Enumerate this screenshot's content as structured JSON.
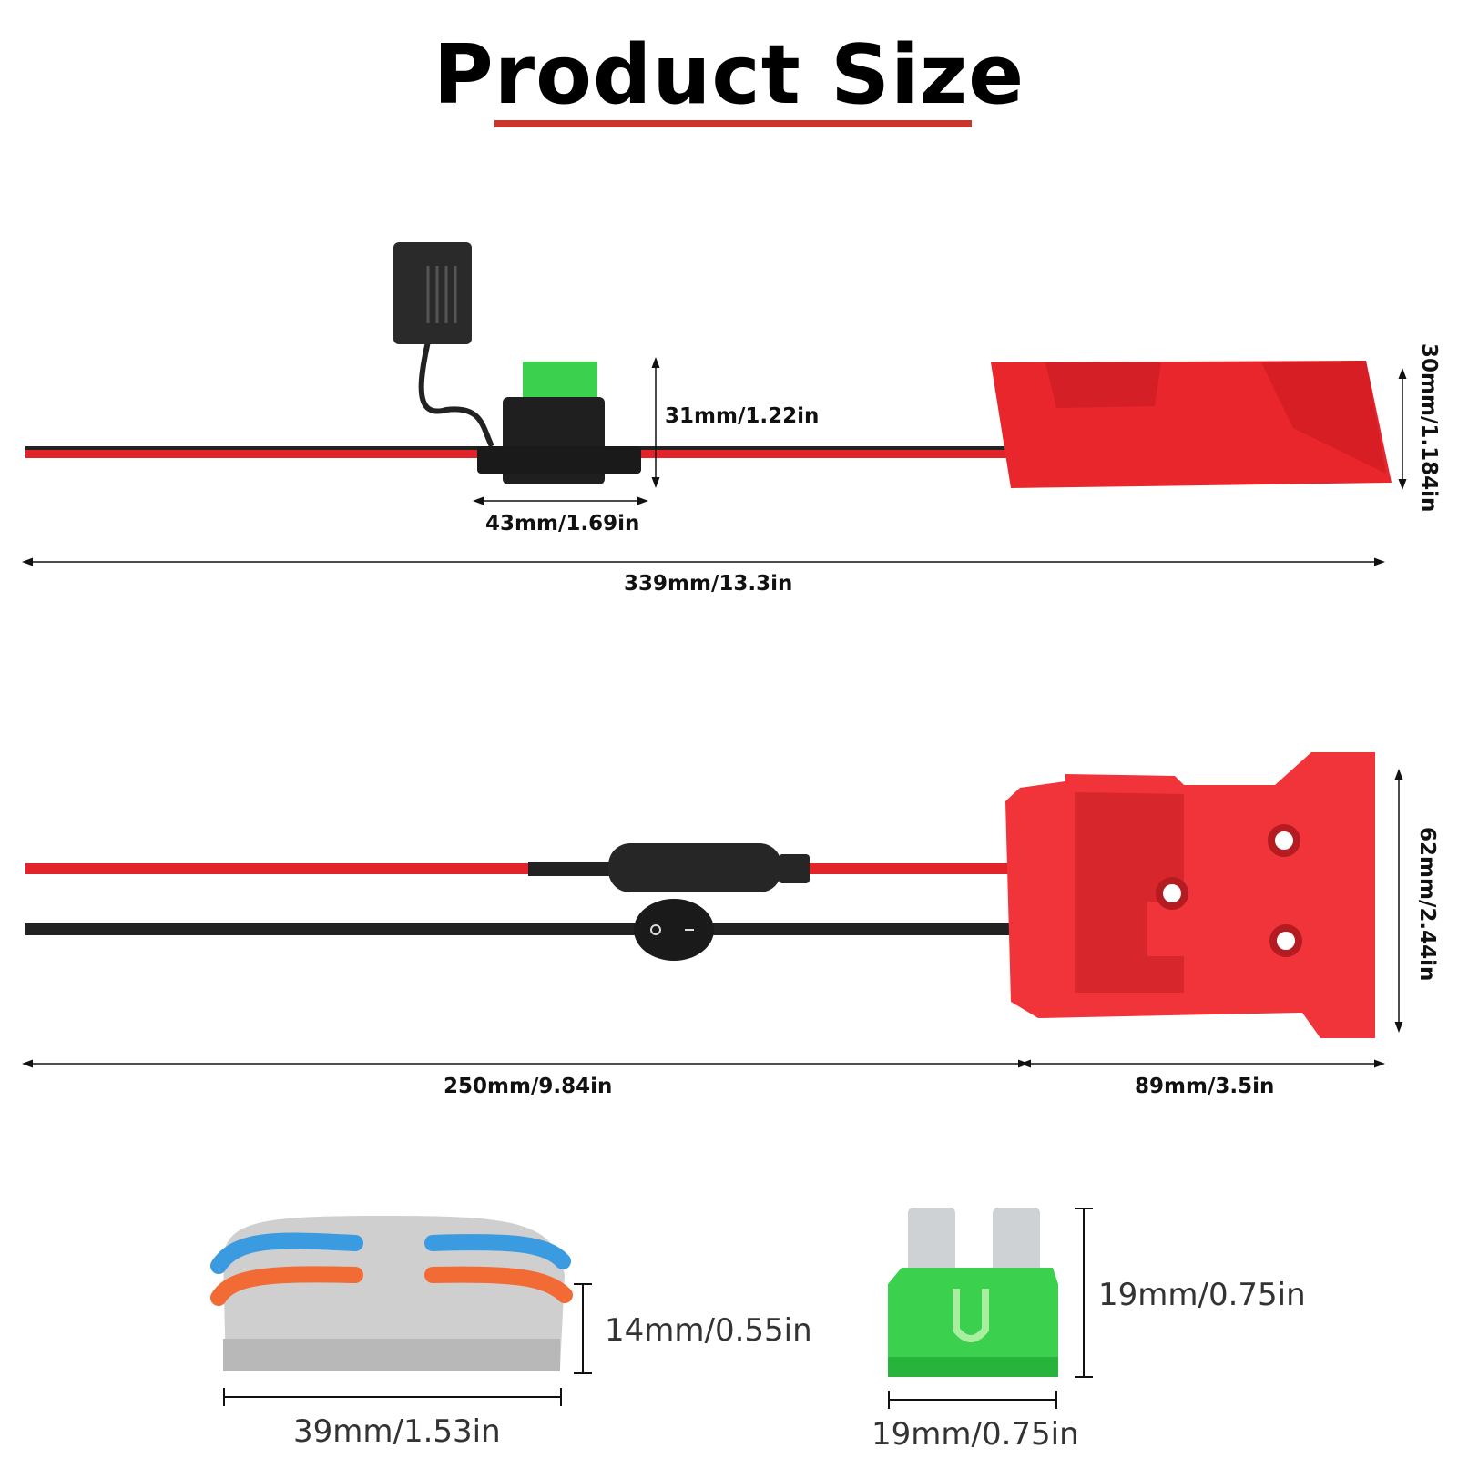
{
  "title": "Product Size",
  "colors": {
    "accent_underline": "#c9372c",
    "red_wire": "#e0242a",
    "black_wire": "#222222",
    "adapter_red": "#f0343a",
    "fuse_green": "#3bd14f"
  },
  "section1": {
    "fuse_height": "31mm/1.22in",
    "fuse_holder_width": "43mm/1.69in",
    "total_length": "339mm/13.3in",
    "adapter_height": "30mm/1.184in"
  },
  "section2": {
    "cable_length": "250mm/9.84in",
    "adapter_length": "89mm/3.5in",
    "adapter_height": "62mm/2.44in",
    "switch_symbols": {
      "off": "O",
      "on": "—"
    }
  },
  "section3": {
    "connector_height": "14mm/0.55in",
    "connector_width": "39mm/1.53in",
    "fuse_height": "19mm/0.75in",
    "fuse_width": "19mm/0.75in"
  }
}
